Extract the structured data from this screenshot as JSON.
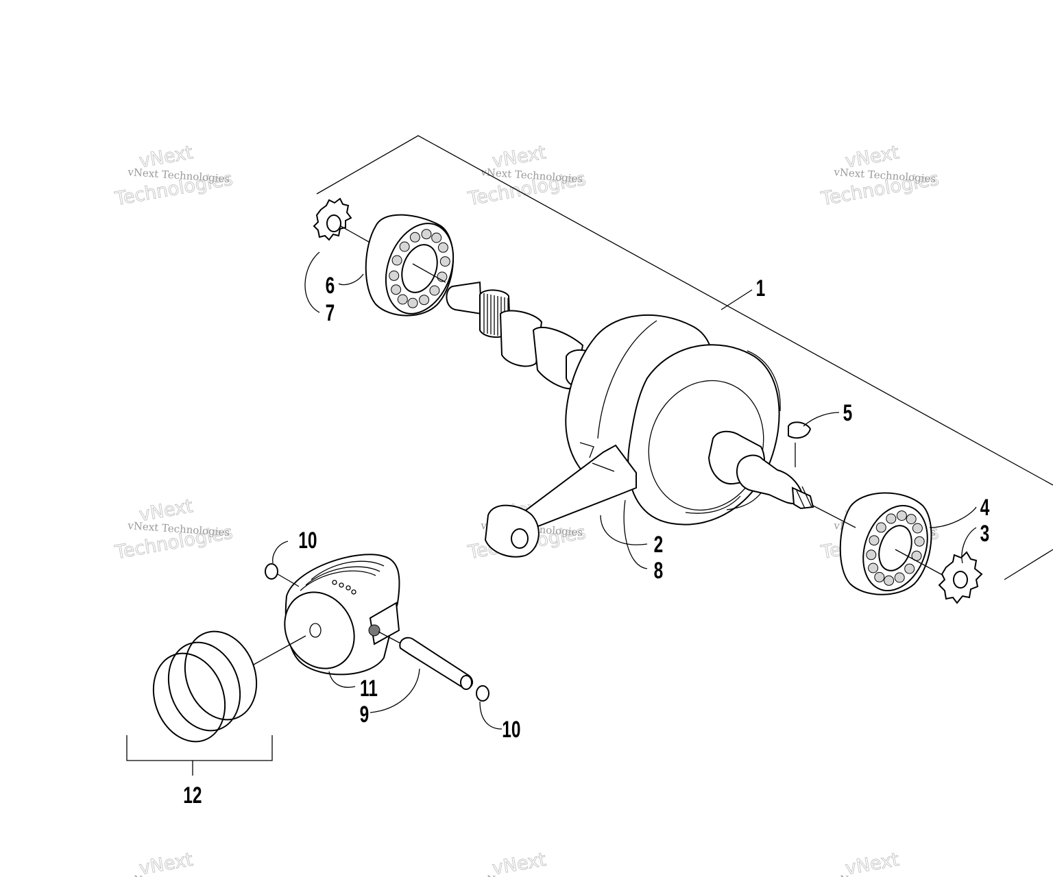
{
  "callouts": [
    {
      "id": "1",
      "text": "1"
    },
    {
      "id": "2",
      "text": "2"
    },
    {
      "id": "3",
      "text": "3"
    },
    {
      "id": "4",
      "text": "4"
    },
    {
      "id": "5",
      "text": "5"
    },
    {
      "id": "6",
      "text": "6"
    },
    {
      "id": "7",
      "text": "7"
    },
    {
      "id": "8",
      "text": "8"
    },
    {
      "id": "9",
      "text": "9"
    },
    {
      "id": "10a",
      "text": "10"
    },
    {
      "id": "10b",
      "text": "10"
    },
    {
      "id": "11",
      "text": "11"
    },
    {
      "id": "12",
      "text": "12"
    }
  ],
  "watermark": {
    "small": "vNext Technologies",
    "large_top": "vNext",
    "large_bottom": "Technologies"
  },
  "colors": {
    "line": "#000000",
    "bearing_ball": "#d6d6d6",
    "watermark": "#9a9a9a"
  }
}
